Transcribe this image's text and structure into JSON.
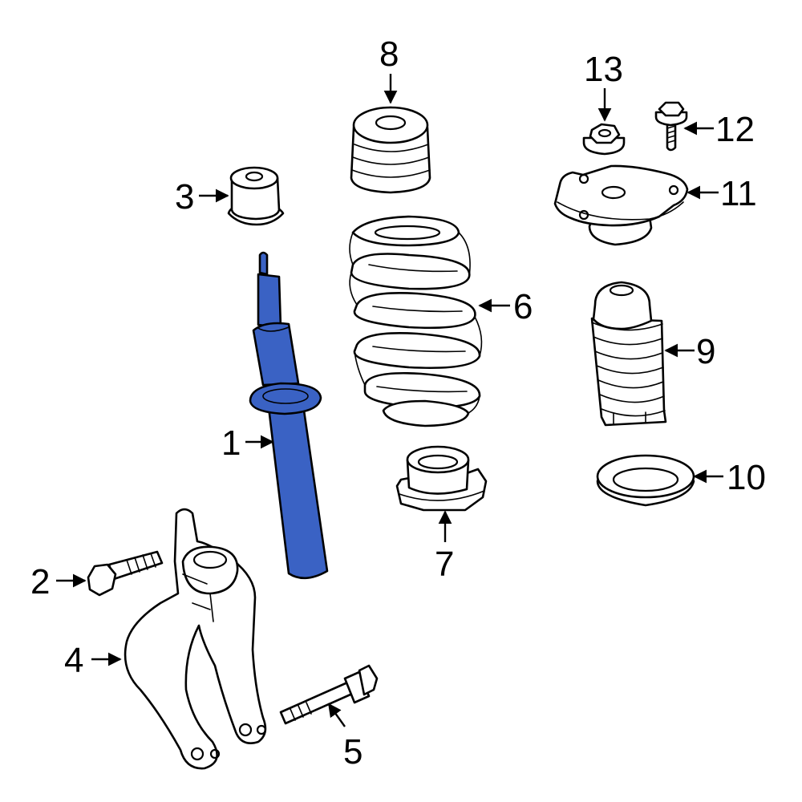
{
  "diagram": {
    "colors": {
      "highlight": "#3a62c4",
      "line": "#000000",
      "background": "#ffffff"
    },
    "callouts": [
      {
        "id": "1",
        "text": "1"
      },
      {
        "id": "2",
        "text": "2"
      },
      {
        "id": "3",
        "text": "3"
      },
      {
        "id": "4",
        "text": "4"
      },
      {
        "id": "5",
        "text": "5"
      },
      {
        "id": "6",
        "text": "6"
      },
      {
        "id": "7",
        "text": "7"
      },
      {
        "id": "8",
        "text": "8"
      },
      {
        "id": "9",
        "text": "9"
      },
      {
        "id": "10",
        "text": "10"
      },
      {
        "id": "11",
        "text": "11"
      },
      {
        "id": "12",
        "text": "12"
      },
      {
        "id": "13",
        "text": "13"
      }
    ]
  }
}
